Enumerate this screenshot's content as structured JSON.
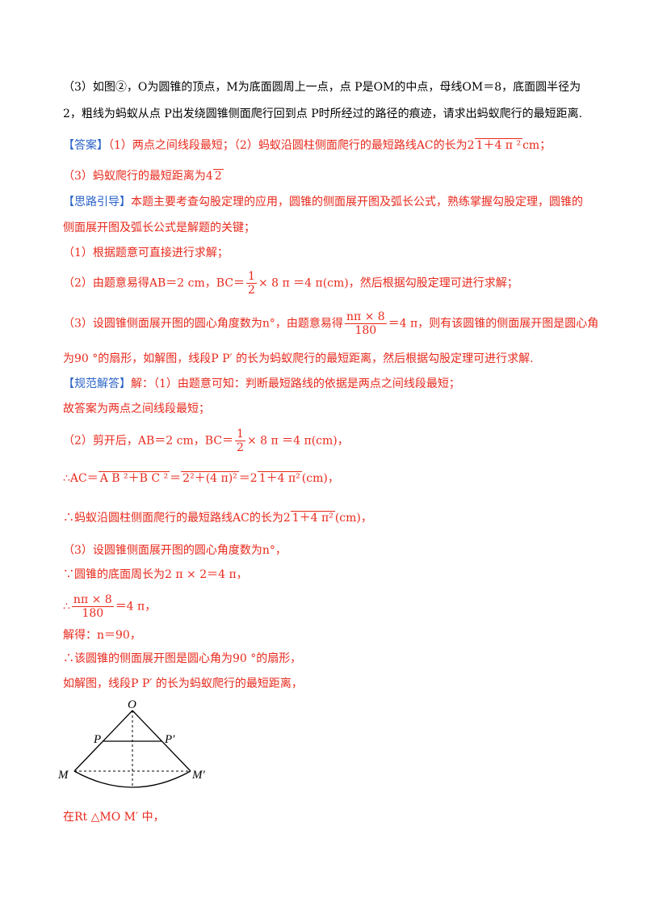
{
  "problem": {
    "line1": "（3）如图②，O为圆锥的顶点，M为底面圆周上一点，点 P是OM的中点，母线OM＝8，底面圆半径为",
    "line2": "2，粗线为蚂蚁从点 P出发绕圆锥侧面爬行回到点 P时所经过的路径的痕迹，请求出蚂蚁爬行的最短距离."
  },
  "answer": {
    "tag": "【答案】",
    "part1": "（1）两点之间线段最短；（2）蚂蚁沿圆柱侧面爬行的最短路线AC的长为2",
    "part1_radicand": "1＋4 π ²",
    "part1_unit": "cm；",
    "part3": "（3）蚂蚁爬行的最短距离为4",
    "part3_radicand": "2"
  },
  "guide": {
    "tag": "【思路引导】",
    "line1": "本题主要考查勾股定理的应用，圆锥的侧面展开图及弧长公式，熟练掌握勾股定理，圆锥的",
    "line2": "侧面展开图及弧长公式是解题的关键；",
    "item1": "（1）根据题意可直接进行求解；",
    "item2_a": "（2）由题意易得AB＝2 cm，BC＝",
    "item2_b": "× 8 π ＝4 π(cm)，然后根据勾股定理可进行求解；",
    "item3_a": "（3）设圆锥侧面展开图的圆心角度数为n°，由题意易得",
    "item3_b": "＝4 π，则有该圆锥的侧面展开图是圆心角",
    "item3_c": "为90 °的扇形，如解图，线段P P′ 的长为蚂蚁爬行的最短距离，然后根据勾股定理可进行求解."
  },
  "solution": {
    "tag": "【规范解答】",
    "l1": "解：（1）由题意可知：判断最短路线的依据是两点之间线段最短；",
    "l2": "故答案为两点之间线段最短；",
    "l3_a": "（2）剪开后，AB＝2 cm，BC＝",
    "l3_b": "× 8 π ＝4 π(cm)，",
    "l4_a": "∴AC＝",
    "l4_r1": "A B ²＋B C ²",
    "l4_eq": "＝",
    "l4_r2": "2²＋(4 π)²",
    "l4_mid": "＝2",
    "l4_r3": "1＋4 π²",
    "l4_unit": "(cm)，",
    "l5_a": "∴蚂蚁沿圆柱侧面爬行的最短路线AC的长为2",
    "l5_r": "1＋4 π²",
    "l5_unit": "(cm)，",
    "l6": "（3）设圆锥侧面展开图的圆心角度数为n°，",
    "l7": "∵圆锥的底面周长为2 π × 2＝4 π，",
    "l8_a": "∴",
    "l8_b": "＝4 π，",
    "l9": "解得：n＝90，",
    "l10": "∴该圆锥的侧面展开图是圆心角为90 °的扇形，",
    "l11": "如解图，线段P P′ 的长为蚂蚁爬行的最短距离，",
    "l12": "在Rt △MO M′ 中，"
  },
  "fractions": {
    "half_num": "1",
    "half_den": "2",
    "arc_num": "nπ × 8",
    "arc_den": "180"
  },
  "figure": {
    "O": "O",
    "P": "P",
    "P2": "P′",
    "M": "M",
    "M2": "M′"
  },
  "colors": {
    "text": "#000000",
    "accent_red": "#e8291c",
    "tag_blue": "#2a62c8"
  }
}
